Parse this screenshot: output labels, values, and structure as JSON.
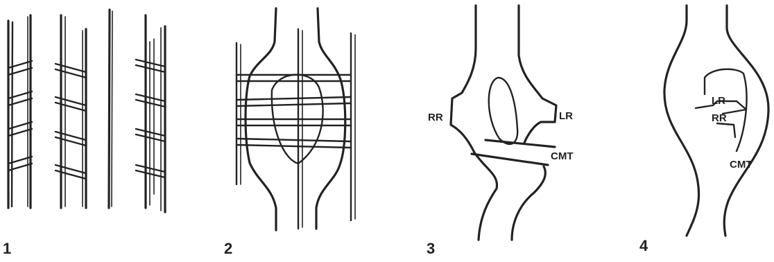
{
  "panels": [
    {
      "number": "1"
    },
    {
      "number": "2"
    },
    {
      "number": "3",
      "labels": {
        "rr": "RR",
        "lr": "LR",
        "cmt": "CMT"
      }
    },
    {
      "number": "4",
      "labels": {
        "lr": "LR",
        "rr": "RR",
        "cmt": "CMT"
      }
    }
  ]
}
